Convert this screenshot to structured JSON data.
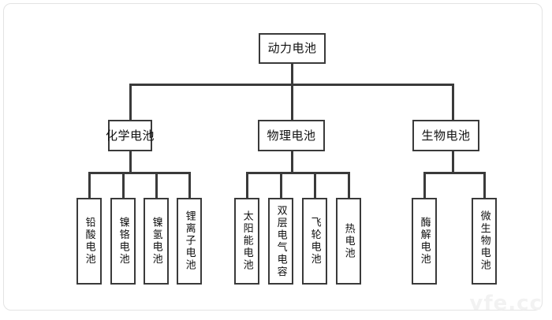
{
  "diagram": {
    "title_node": {
      "label": "动力电池"
    },
    "level2": [
      {
        "id": "chemical",
        "label": "化学电池"
      },
      {
        "id": "physical",
        "label": "物理电池"
      },
      {
        "id": "biological",
        "label": "生物电池"
      }
    ],
    "leaves_chemical": [
      {
        "label": "铅酸电池"
      },
      {
        "label": "镍铬电池"
      },
      {
        "label": "镍氢电池"
      },
      {
        "label": "锂离子电池"
      }
    ],
    "leaves_physical": [
      {
        "label": "太阳能电池"
      },
      {
        "label": "双层电气电容"
      },
      {
        "label": "飞轮电池"
      },
      {
        "label": "热电池"
      }
    ],
    "leaves_biological": [
      {
        "label": "酶解电池"
      },
      {
        "label": "微生物电池"
      }
    ],
    "colors": {
      "line": "#3a3a3a",
      "box_border": "#3a3a3a",
      "text": "#111111",
      "background": "#ffffff",
      "frame": "#e3e3e3",
      "watermark": "#f2f2f2"
    }
  },
  "watermark": {
    "text": "vfe.cc"
  }
}
